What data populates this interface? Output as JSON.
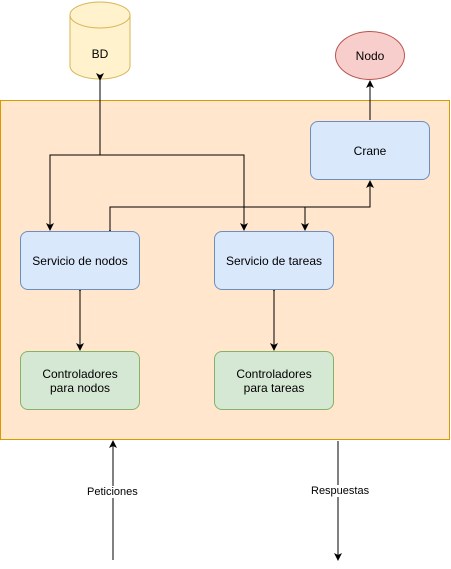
{
  "nodes": {
    "bd": "BD",
    "nodo": "Nodo",
    "crane": "Crane",
    "servicio_nodos": "Servicio de nodos",
    "servicio_tareas": "Servicio de tareas",
    "controladores_nodos": "Controladores para nodos",
    "controladores_tareas": "Controladores para tareas"
  },
  "edge_labels": {
    "peticiones": "Peticiones",
    "respuestas": "Respuestas"
  },
  "colors": {
    "container_fill": "#ffe6cc",
    "container_stroke": "#d79b00",
    "service_fill": "#dae8fc",
    "service_stroke": "#6c8ebf",
    "controller_fill": "#d5e8d4",
    "controller_stroke": "#82b366",
    "node_fill": "#f8cecc",
    "node_stroke": "#b85450",
    "db_fill": "#fff2cc",
    "db_stroke": "#d6b656"
  }
}
